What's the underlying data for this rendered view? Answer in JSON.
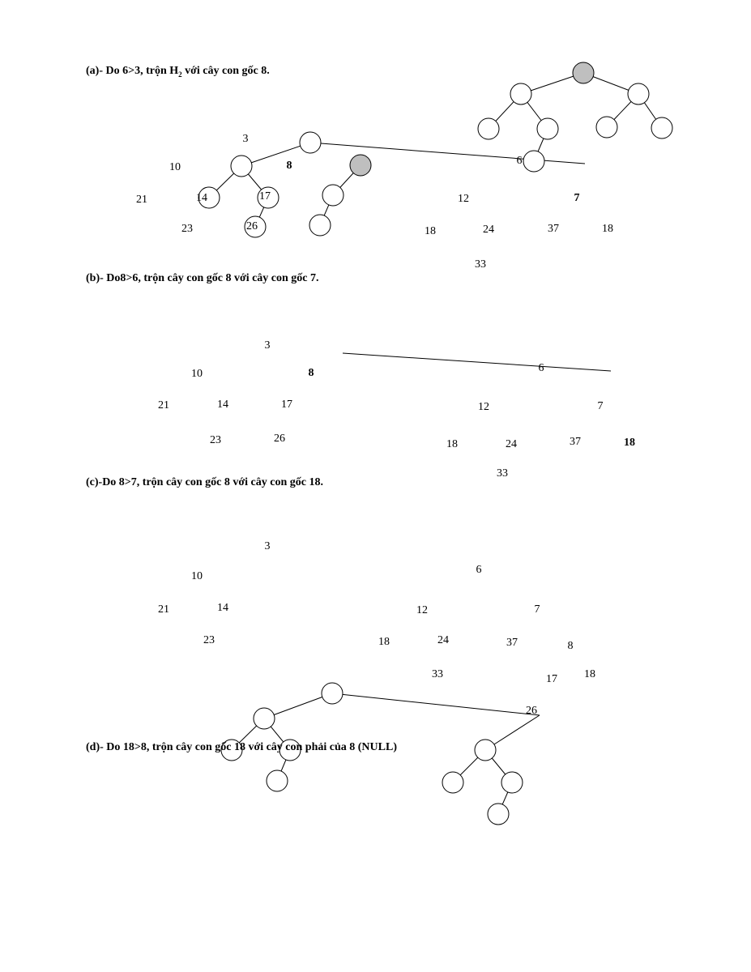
{
  "captions": {
    "a_main": "(a)- Do 6>3, trộn H",
    "a_sub": "2",
    "a_tail": " với cây con gốc 8.",
    "b": "(b)- Do8>6, trộn cây con gốc 8 với cây con gốc 7.",
    "c": "(c)-Do 8>7, trộn cây con gốc 8 với cây con gốc 18.",
    "d": "(d)- Do 18>8, trộn cây con gốc 18 với cây con phải của 8 (NULL)"
  },
  "labels": {
    "a": [
      "3",
      "10",
      "8",
      "21",
      "14",
      "17",
      "23",
      "26",
      "6",
      "12",
      "7",
      "18",
      "24",
      "37",
      "18",
      "33"
    ],
    "b": [
      "3",
      "10",
      "8",
      "21",
      "14",
      "17",
      "23",
      "26",
      "6",
      "12",
      "7",
      "18",
      "24",
      "37",
      "18",
      "33"
    ],
    "c": [
      "3",
      "10",
      "6",
      "21",
      "14",
      "12",
      "7",
      "23",
      "18",
      "24",
      "37",
      "8",
      "33",
      "17",
      "18",
      "26"
    ]
  }
}
